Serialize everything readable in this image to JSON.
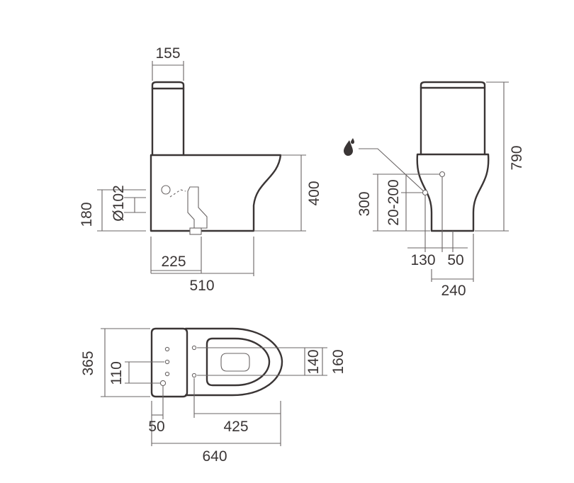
{
  "colors": {
    "ink": "#3a3535",
    "dimension_line": "#6a6565",
    "background": "#ffffff"
  },
  "icons": {
    "water_supply": "water-drop-icon"
  },
  "side_view": {
    "cistern_width": "155",
    "outlet_height": "180",
    "outlet_diameter": "Ø102",
    "bowl_height": "400",
    "outlet_distance": "225",
    "total_length": "510"
  },
  "front_view": {
    "total_height": "790",
    "inlet_height": "300",
    "outlet_range": "20-200",
    "inlet_offset": "130",
    "outlet_offset": "50",
    "base_width": "240"
  },
  "top_view": {
    "overall_width": "365",
    "fixing_distance": "110",
    "wall_offset": "50",
    "fixing_length": "425",
    "total_length": "640",
    "inner_fixing": "140",
    "outer_fixing": "160"
  }
}
